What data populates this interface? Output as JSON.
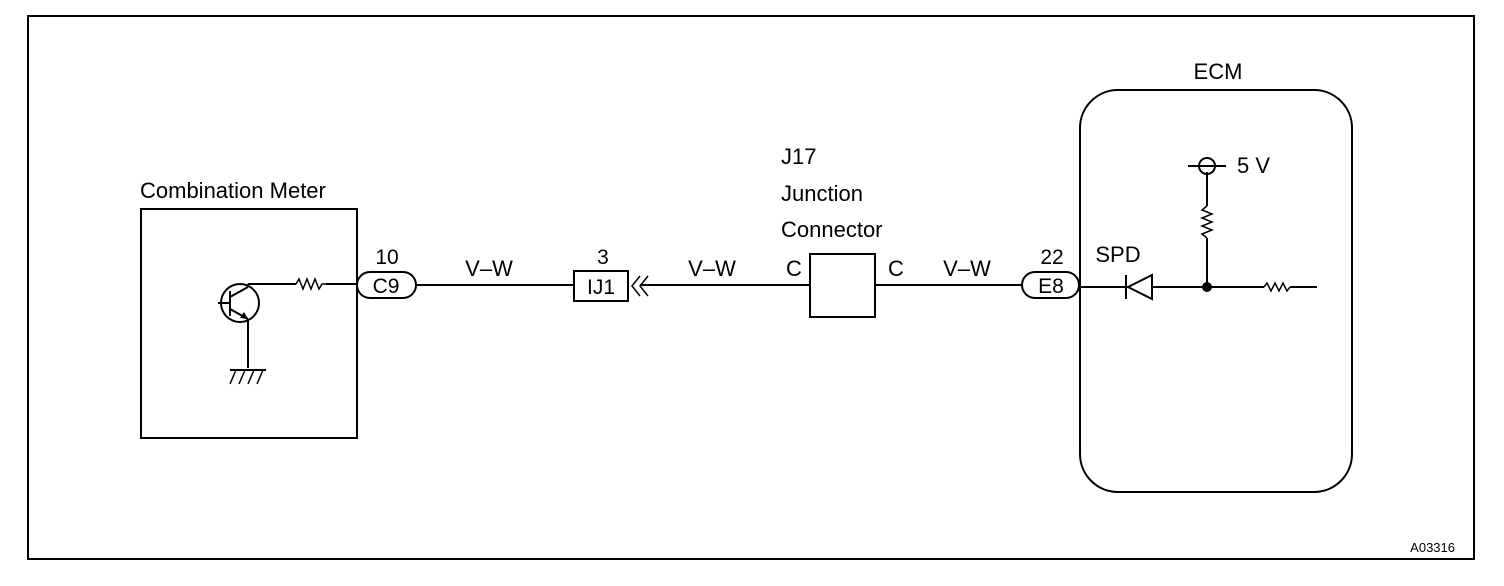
{
  "components": {
    "combination_meter": "Combination Meter",
    "junction_id": "J17",
    "junction_line1": "Junction",
    "junction_line2": "Connector",
    "ecm": "ECM"
  },
  "connectors": {
    "c9": {
      "label": "C9",
      "pin": "10"
    },
    "ij1": {
      "label": "IJ1",
      "pin": "3"
    },
    "e8": {
      "label": "E8",
      "pin": "22"
    },
    "junction_left_pin": "C",
    "junction_right_pin": "C"
  },
  "wires": {
    "w1": "V–W",
    "w2": "V–W",
    "w3": "V–W"
  },
  "ecm_internal": {
    "supply": "5 V",
    "signal": "SPD"
  },
  "figure_code": "A03316"
}
